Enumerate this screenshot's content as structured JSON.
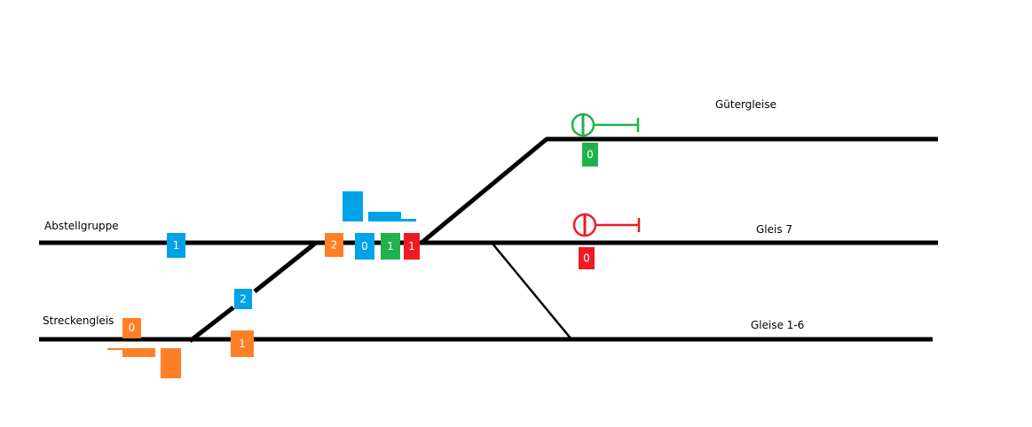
{
  "colors": {
    "blue": "#00a2e8",
    "orange": "#ff7f27",
    "green": "#22b14c",
    "red": "#ed1c24",
    "track": "#000000"
  },
  "labels": {
    "gueter": "Gütergleise",
    "abstell": "Abstellgruppe",
    "gleis7": "Gleis 7",
    "strecken": "Streckengleis",
    "gleise16": "Gleise 1-6"
  },
  "boxes": {
    "abstell_blue": "1",
    "diag_blue": "2",
    "strecken_orange": "0",
    "gleise_orange": "1",
    "main_orange": "2",
    "main_blue": "0",
    "main_green": "1",
    "main_red": "1",
    "gueter_green": "0",
    "gleis7_red": "0"
  },
  "signals": {
    "gueter": "green-signal",
    "gleis7": "red-signal"
  }
}
